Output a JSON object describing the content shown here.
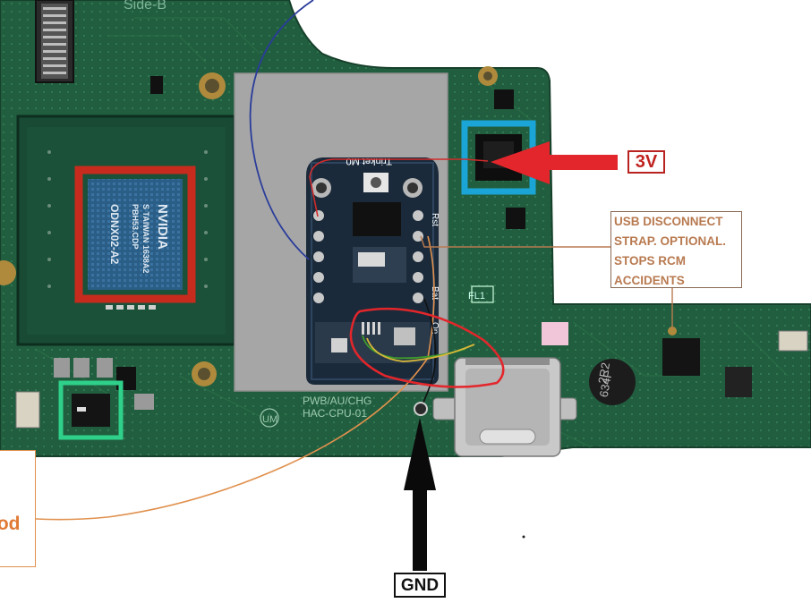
{
  "board": {
    "silk_top": "Side-B",
    "soc_brand": "NVIDIA",
    "soc_line1": "S TAIWAN 1638A2",
    "soc_line2": "PBH53.CDP",
    "soc_model": "ODNX02-A2",
    "board_text_1": "PWB/AU/CHG",
    "board_text_2": "HAC-CPU-01",
    "board_mark": "UM",
    "trinket_label": "Trinket M0",
    "rst_label": "Rst",
    "bat_label": "Bat",
    "on_label": "On",
    "inductor_line1": "2R2",
    "inductor_line2": "634F",
    "fl_label": "FL1"
  },
  "callouts": {
    "v3": "3V",
    "usb_lines": [
      "USB DISCONNECT",
      "STRAP. OPTIONAL.",
      "STOPS RCM",
      "ACCIDENTS"
    ],
    "gnd": "GND",
    "mod": "nod"
  },
  "colors": {
    "pcb": "#1f5a3c",
    "pcb_light": "#2f7a4f",
    "shield": "#a6a6a6",
    "soc_highlight": "#c62b1d",
    "blue_highlight": "#1aa5d6",
    "green_highlight": "#2fd18a",
    "arrow_red": "#e3262b",
    "orange": "#e0914e",
    "wire_blue": "#2a3c9a",
    "wire_red": "#d22b2b"
  }
}
